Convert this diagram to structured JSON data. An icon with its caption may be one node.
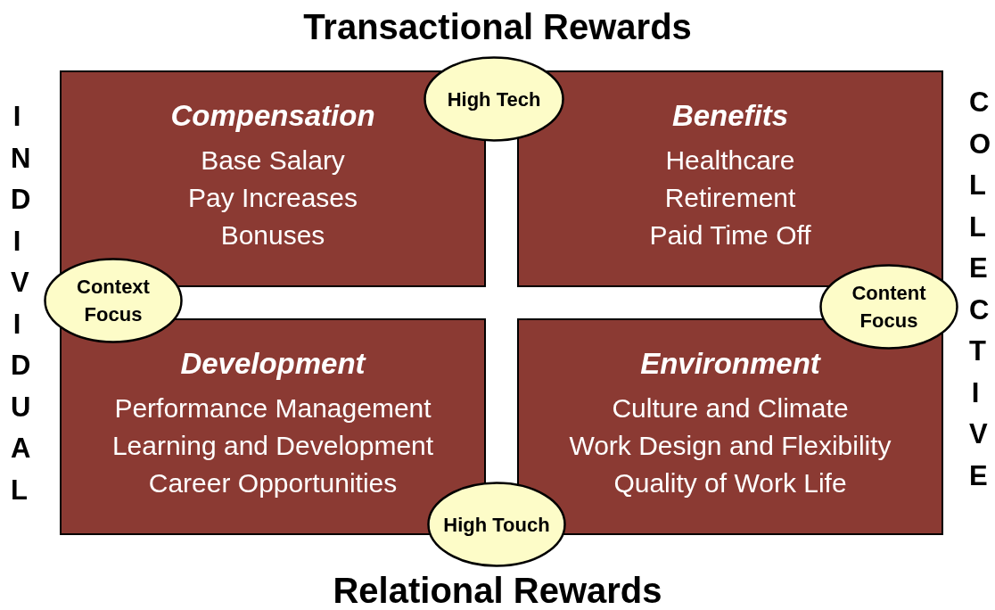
{
  "diagram": {
    "title": "Transactional Rewards",
    "nodes": [
      {
        "text": [
          "Compensation",
          "Base Salary",
          "Pay Increases",
          "Bonuses"
        ]
      },
      {
        "text": [
          "Benefits",
          "Healthcare",
          "Retirement",
          "Paid Time Off"
        ]
      },
      {
        "text": [
          "Development",
          "Performance Management",
          "Learning and Development",
          "Career Opportunities"
        ]
      },
      {
        "text": [
          "Environment",
          "Culture and Climate",
          "Work Design and Flexibility",
          "Quality of Work Life"
        ]
      },
      {
        "text": [
          "High Tech"
        ]
      },
      {
        "text": [
          "Context Focus"
        ]
      },
      {
        "text": [
          "Content Focus"
        ]
      },
      {
        "text": [
          "High Touch"
        ]
      }
    ],
    "edges": [],
    "labels": [
      "INDIVIDUAL",
      "COLLECTIVE",
      "Relational Rewards"
    ]
  }
}
